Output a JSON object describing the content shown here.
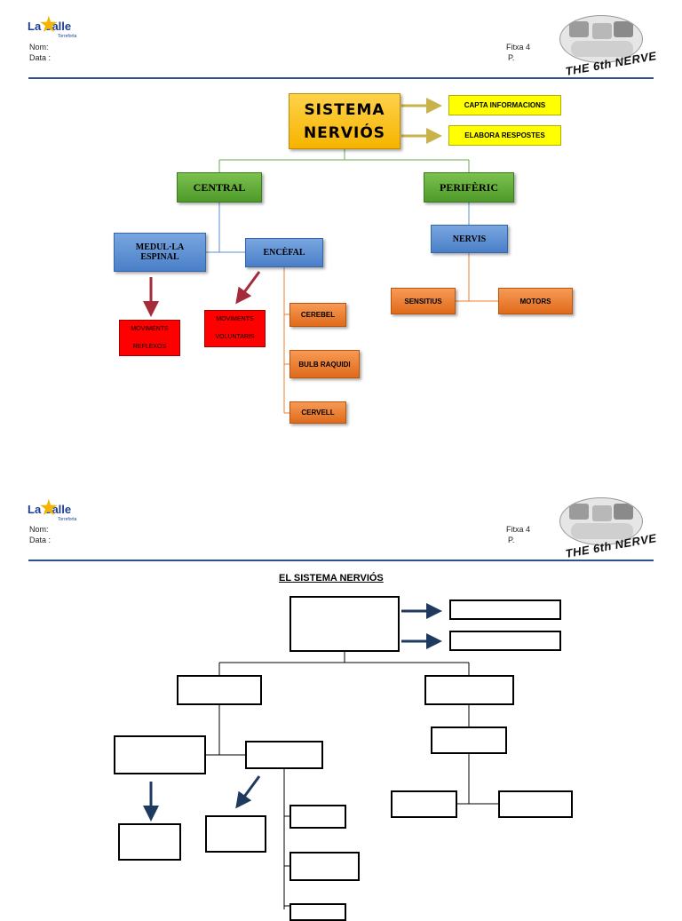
{
  "header": {
    "logo_text": "La Salle",
    "logo_sub": "Torreforta",
    "name_label": "Nom:",
    "date_label": "Data :",
    "sheet_label": "Fitxa 4",
    "page_label": "P.",
    "badge_text": "THE 6th NERVE"
  },
  "diagram": {
    "title_line1": "SISTEMA",
    "title_line2": "NERVIÓS",
    "function1": "CAPTA INFORMACIONS",
    "function2": "ELABORA RESPOSTES",
    "central": "CENTRAL",
    "peripheral": "PERIFÈRIC",
    "spinal_line1": "MEDUL·LA",
    "spinal_line2": "ESPINAL",
    "brain": "ENCÈFAL",
    "nerves": "NERVIS",
    "reflex_line1": "MOVIMENTS",
    "reflex_line2": "REFLEXOS",
    "voluntary_line1": "MOVIMENTS",
    "voluntary_line2": "VOLUNTARIS",
    "cerebellum": "CEREBEL",
    "medulla": "BULB RAQUIDI",
    "brain_part": "CERVELL",
    "sensory": "SENSITIUS",
    "motor": "MOTORS"
  },
  "exercise": {
    "title": "EL SISTEMA NERVIÓS"
  },
  "colors": {
    "title": "#f5b400",
    "yellow": "#ffff00",
    "green": "#5aa534",
    "blue": "#5b8fd6",
    "orange": "#ee7b2f",
    "red": "#ff0000",
    "rule": "#2e4f8f"
  }
}
